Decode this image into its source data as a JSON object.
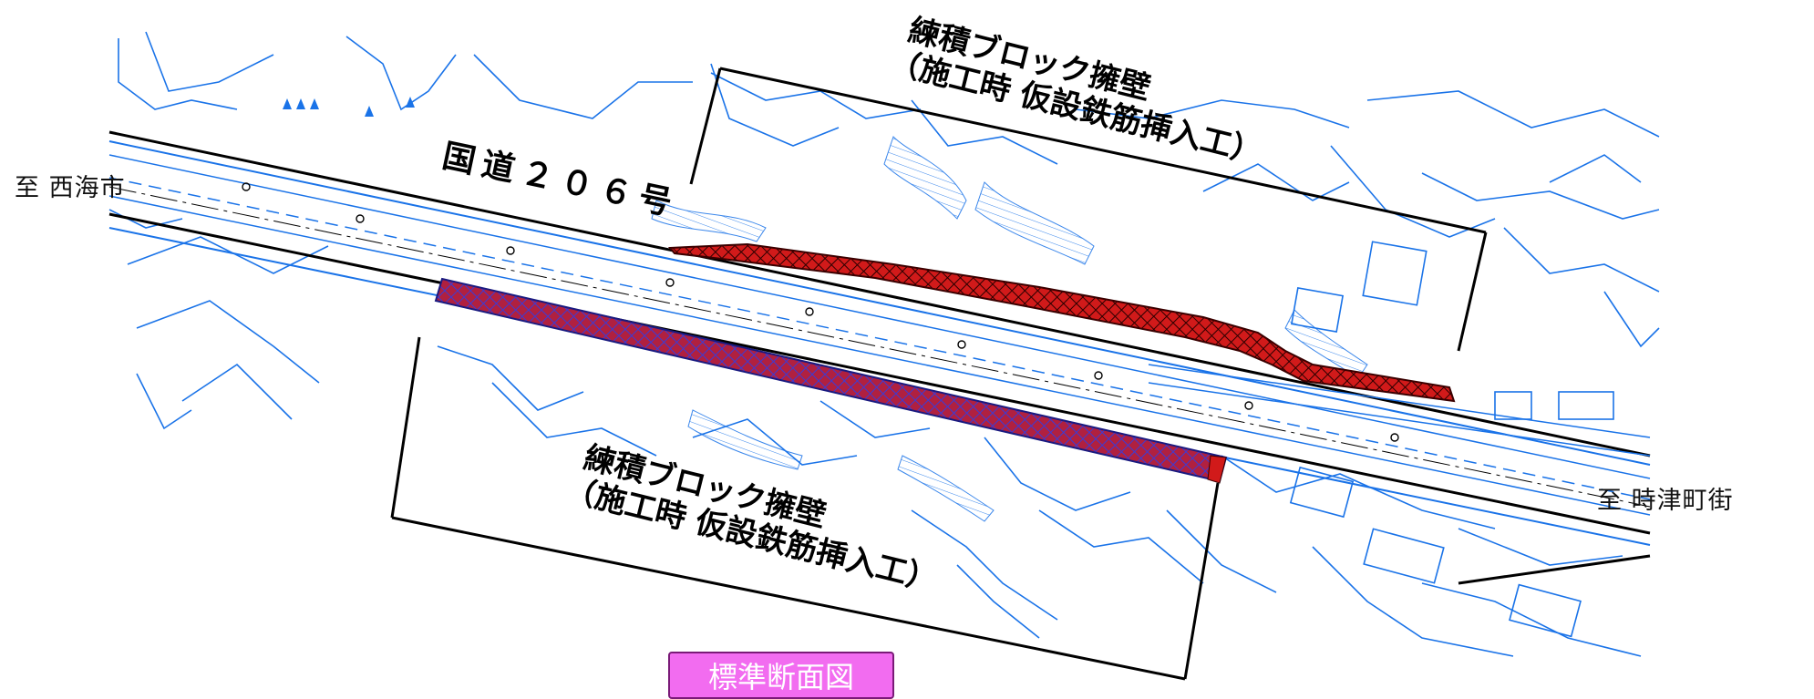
{
  "labels": {
    "destination_west": "至 西海市",
    "destination_east": "至 時津町街",
    "route_name": "国道２０６号",
    "retaining_wall_upper": {
      "line1": "練積ブロック擁壁",
      "line2": "（施工時 仮設鉄筋挿入工）"
    },
    "retaining_wall_lower": {
      "line1": "練積ブロック擁壁",
      "line2": "（施工時 仮設鉄筋挿入工）"
    }
  },
  "button": {
    "standard_section": "標準断面図"
  },
  "colors": {
    "plan_lines": "#1a73e8",
    "wall_hatch_fill": "#d11a1a",
    "wall_hatch_fill_lower": "#6a3aa8",
    "button_bg": "#f26cf0",
    "callout_line": "#000000"
  }
}
